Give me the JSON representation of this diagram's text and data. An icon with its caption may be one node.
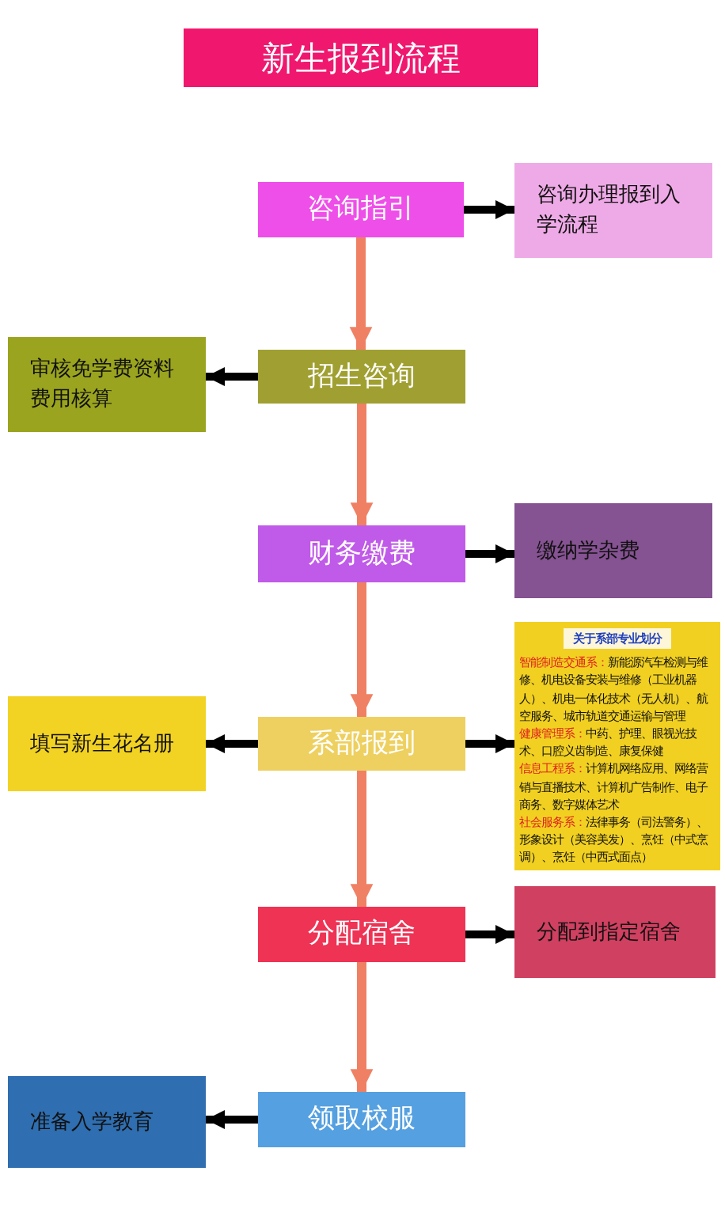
{
  "diagram": {
    "title": "新生报到流程",
    "nodes": [
      {
        "text": [
          "咨询指引"
        ]
      },
      {
        "text": [
          "咨询办理报到入学流程"
        ]
      },
      {
        "text": [
          "招生咨询"
        ]
      },
      {
        "text": [
          "审核免学费资料费用核算"
        ]
      },
      {
        "text": [
          "财务缴费"
        ]
      },
      {
        "text": [
          "缴纳学杂费"
        ]
      },
      {
        "text": [
          "系部报到"
        ]
      },
      {
        "text": [
          "关于系部专业划分",
          "智能制造交通系：",
          "新能源汽车检测与维修、机电设备安装与维修（工业机器人）、机电一体化技术（无人机）、航空服务、城市轨道交通运输与管理",
          "健康管理系：",
          "中药、护理、眼视光技术、口腔义齿制造、康复保健",
          "信息工程系：",
          "计算机网络应用、网络营销与直播技术、计算机广告制作、电子商务、数字媒体艺术",
          "社会服务系：",
          "法律事务（司法警务）、形象设计（美容美发）、烹饪（中式烹调）、烹饪（中西式面点）"
        ]
      },
      {
        "text": [
          "填写新生花名册"
        ]
      },
      {
        "text": [
          "分配宿舍"
        ]
      },
      {
        "text": [
          "分配到指定宿舍"
        ]
      },
      {
        "text": [
          "领取校服"
        ]
      },
      {
        "text": [
          "准备入学教育"
        ]
      }
    ],
    "edges": [
      {
        "from": 0,
        "to": 1,
        "arrow": "to"
      },
      {
        "from": 0,
        "to": 2,
        "arrow": "to",
        "color": "#f08064"
      },
      {
        "from": 2,
        "to": 3,
        "arrow": "to"
      },
      {
        "from": 2,
        "to": 4,
        "arrow": "to",
        "color": "#f08064"
      },
      {
        "from": 4,
        "to": 5,
        "arrow": "to"
      },
      {
        "from": 4,
        "to": 6,
        "arrow": "to",
        "color": "#f08064"
      },
      {
        "from": 6,
        "to": 7,
        "arrow": "to"
      },
      {
        "from": 6,
        "to": 8,
        "arrow": "to"
      },
      {
        "from": 6,
        "to": 9,
        "arrow": "to",
        "color": "#f08064"
      },
      {
        "from": 9,
        "to": 10,
        "arrow": "to"
      },
      {
        "from": 9,
        "to": 11,
        "arrow": "to",
        "color": "#f08064"
      },
      {
        "from": 11,
        "to": 12,
        "arrow": "to"
      }
    ]
  }
}
